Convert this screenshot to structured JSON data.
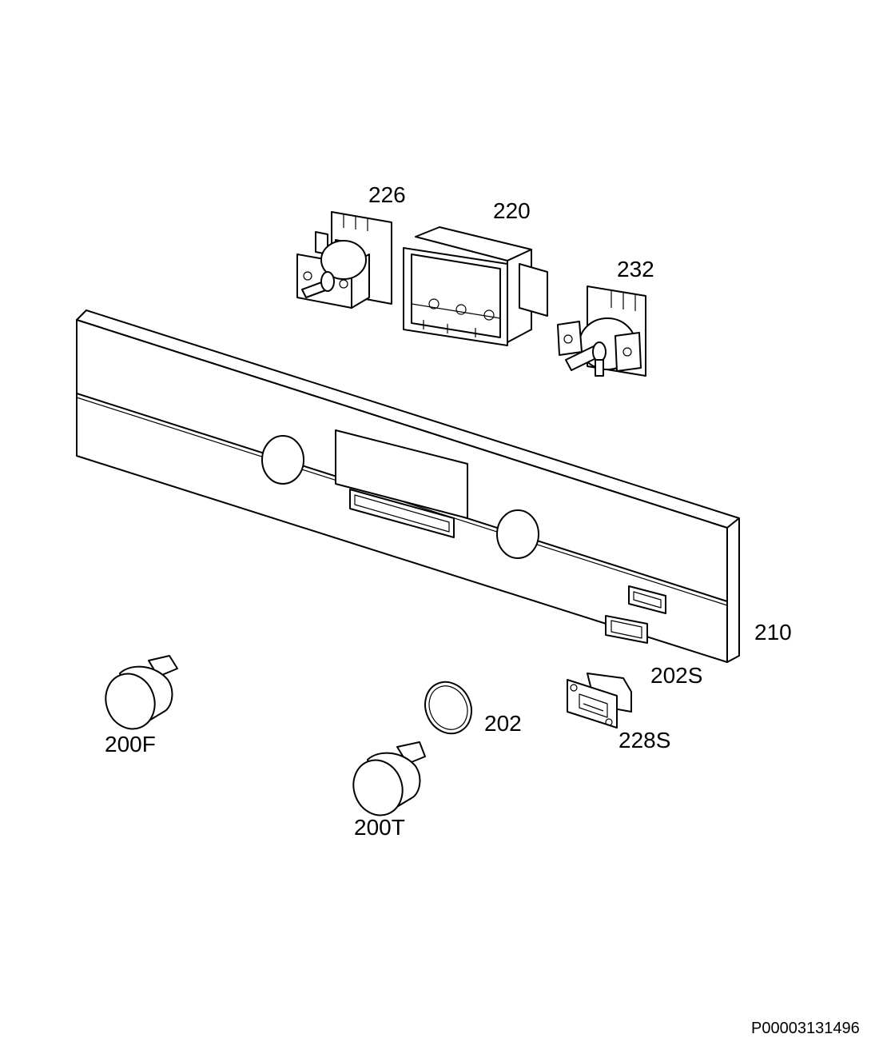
{
  "labels": {
    "p226": "226",
    "p220": "220",
    "p232": "232",
    "p210": "210",
    "p202S": "202S",
    "p228S": "228S",
    "p202": "202",
    "p200F": "200F",
    "p200T": "200T"
  },
  "document_id": "P00003131496"
}
